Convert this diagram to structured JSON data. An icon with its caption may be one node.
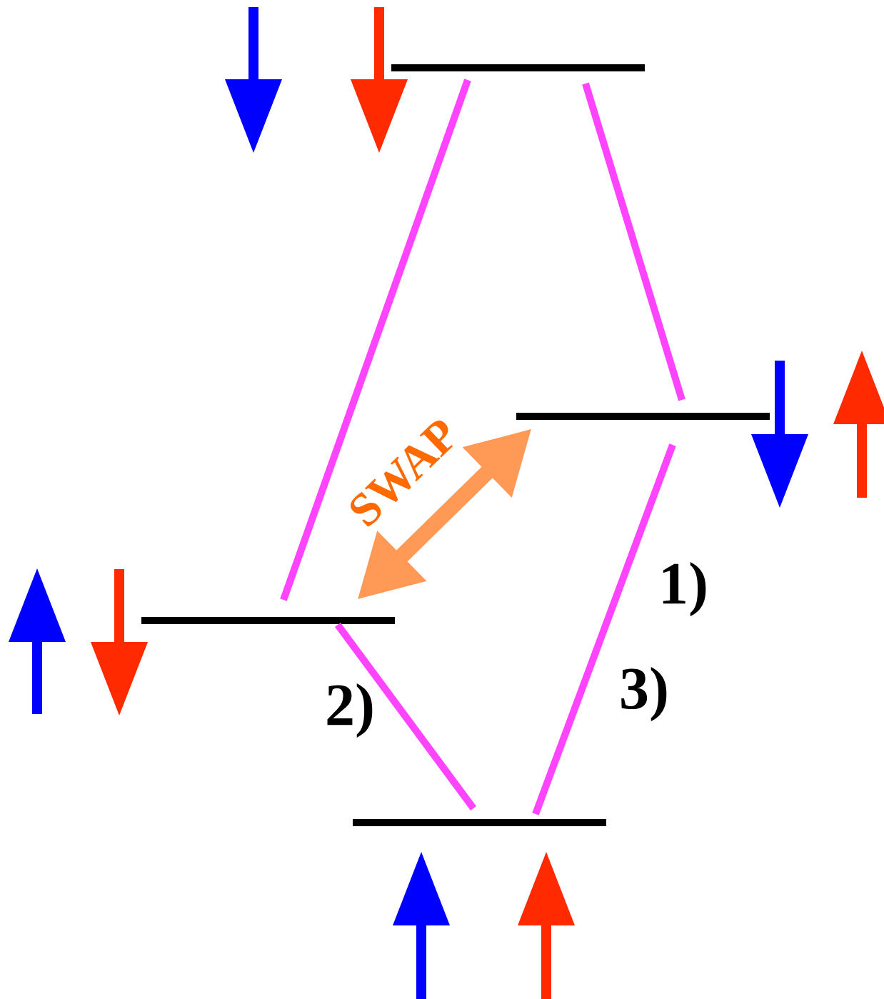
{
  "diagram": {
    "nodes": [
      {
        "text": [],
        "shape": "bar"
      },
      {
        "text": [],
        "shape": "bar"
      },
      {
        "text": [],
        "shape": "bar"
      },
      {
        "text": [],
        "shape": "bar"
      }
    ],
    "edges": [
      {
        "from": 0,
        "to": 2,
        "arrow": "none"
      },
      {
        "from": 0,
        "to": 1,
        "arrow": "none"
      },
      {
        "from": 1,
        "to": 3,
        "arrow": "none"
      },
      {
        "from": 2,
        "to": 3,
        "arrow": "none"
      },
      {
        "from": 2,
        "to": 1,
        "arrow": "both",
        "label": "SWAP",
        "style": "thick",
        "color": "#ff9955"
      }
    ],
    "labels": [
      "1)",
      "3)",
      "2)"
    ]
  }
}
